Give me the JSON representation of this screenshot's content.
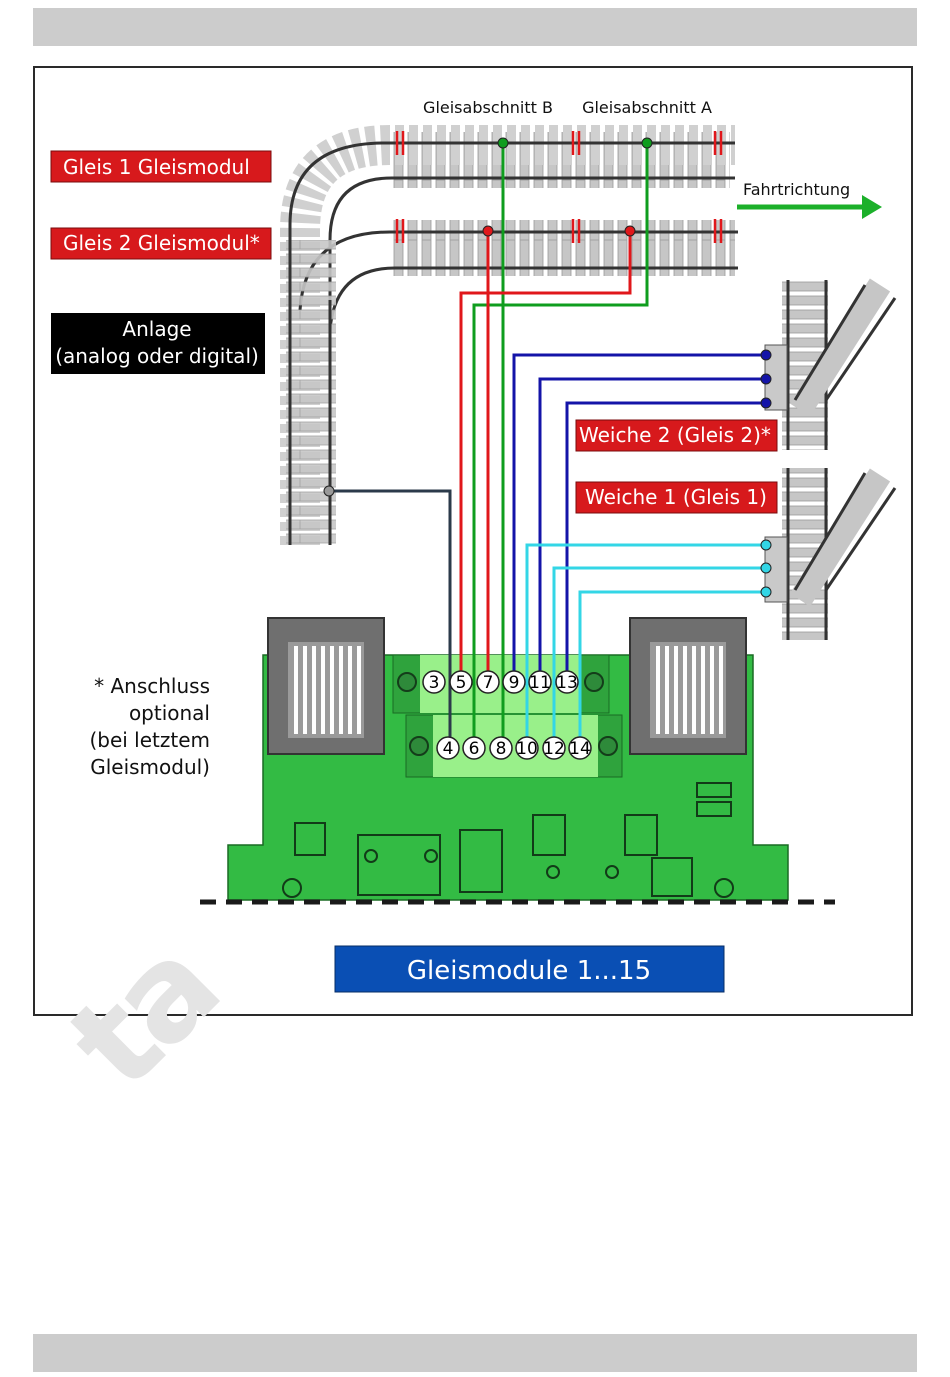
{
  "labels": {
    "gleisabschnitt_b": "Gleisabschnitt B",
    "gleisabschnitt_a": "Gleisabschnitt A",
    "fahrtrichtung": "Fahrtrichtung",
    "gleis1": "Gleis 1 Gleismodul",
    "gleis2": "Gleis 2 Gleismodul*",
    "anlage_line1": "Anlage",
    "anlage_line2": "(analog oder digital)",
    "weiche2": "Weiche 2 (Gleis 2)*",
    "weiche1": "Weiche 1 (Gleis 1)",
    "footnote_line1": "* Anschluss",
    "footnote_line2": "optional",
    "footnote_line3": "(bei letztem",
    "footnote_line4": "Gleismodul)",
    "banner": "Gleismodule 1...15"
  },
  "terminals": {
    "top_row": [
      "3",
      "5",
      "7",
      "9",
      "11",
      "13"
    ],
    "bottom_row": [
      "4",
      "6",
      "8",
      "10",
      "12",
      "14"
    ]
  },
  "colors": {
    "label_red": "#d7191c",
    "anlage_black": "#000000",
    "banner_blue": "#0a4fb4",
    "board_green": "#33bb44",
    "terminal_green": "#99f08a",
    "wire_green": "#0f9d1e",
    "wire_red": "#e0171b",
    "wire_blue": "#1414a8",
    "wire_cyan": "#33d6e6",
    "wire_gray": "#2b3a4a",
    "arrow_green": "#1cb02a"
  },
  "watermark": "ta"
}
